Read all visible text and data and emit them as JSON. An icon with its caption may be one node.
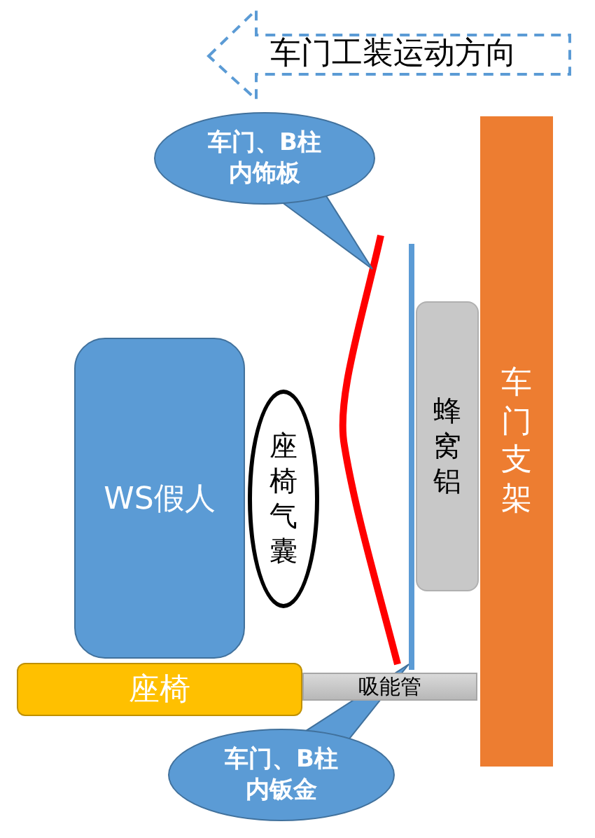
{
  "diagram": {
    "nodes": [
      {
        "text": [
          "车门工装运动方向"
        ]
      },
      {
        "text": [
          "车门、B柱内饰板"
        ]
      },
      {
        "text": [],
        "shape": "line"
      },
      {
        "text": [],
        "shape": "line"
      },
      {
        "text": [
          "蜂窝铝"
        ]
      },
      {
        "text": [
          "车门支架"
        ]
      },
      {
        "text": [
          "WS假人"
        ]
      },
      {
        "text": [
          "座椅气囊"
        ]
      },
      {
        "text": [
          "座椅"
        ]
      },
      {
        "text": [
          "吸能管"
        ]
      },
      {
        "text": [
          "车门、B柱内钣金"
        ]
      }
    ],
    "edges": [
      {
        "from": 1,
        "to": 2,
        "arrow": "none"
      },
      {
        "from": 10,
        "to": 3,
        "arrow": "none"
      }
    ]
  }
}
